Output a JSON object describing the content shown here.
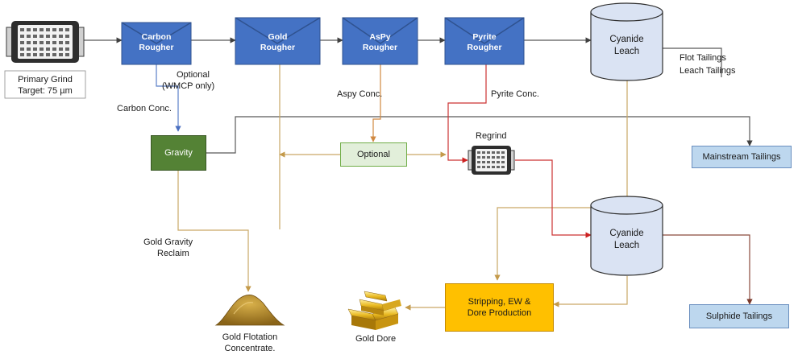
{
  "primary_grind": {
    "line1": "Primary Grind",
    "line2": "Target: 75 µm"
  },
  "cells": {
    "carbon_rougher": {
      "line1": "Carbon",
      "line2": "Rougher"
    },
    "gold_rougher": {
      "line1": "Gold",
      "line2": "Rougher"
    },
    "aspy_rougher": {
      "line1": "AsPy",
      "line2": "Rougher"
    },
    "pyrite_rougher": {
      "line1": "Pyrite",
      "line2": "Rougher"
    }
  },
  "tanks": {
    "cyanide_leach_1": {
      "line1": "Cyanide",
      "line2": "Leach"
    },
    "cyanide_leach_2": {
      "line1": "Cyanide",
      "line2": "Leach"
    }
  },
  "labels": {
    "optional_wmcp_1": "Optional",
    "optional_wmcp_2": "(WMCP only)",
    "carbon_conc": "Carbon Conc.",
    "aspy_conc": "Aspy Conc.",
    "pyrite_conc": "Pyrite Conc.",
    "regrind": "Regrind",
    "flot_tailings": "Flot Tailings",
    "leach_tailings": "Leach Tailings",
    "gold_gravity_reclaim_1": "Gold Gravity",
    "gold_gravity_reclaim_2": "Reclaim",
    "gold_flotation_conc_1": "Gold Flotation",
    "gold_flotation_conc_2": "Concentrate.",
    "gold_dore": "Gold Dore"
  },
  "boxes": {
    "gravity": "Gravity",
    "optional": "Optional",
    "mainstream_tailings": "Mainstream Tailings",
    "sulphide_tailings": "Sulphide Tailings",
    "stripping_1": "Stripping, EW &",
    "stripping_2": "Dore Production"
  },
  "colors": {
    "cell_fill": "#4472c4",
    "gravity_fill": "#548235",
    "optional_fill": "#e2efda",
    "tailings_fill": "#bdd7ee",
    "stripping_fill": "#ffc000",
    "tank_fill": "#dae3f3",
    "flow_main": "#595959",
    "flow_conc": "#c9a866",
    "flow_regrind": "#cc3333",
    "flow_carbon": "#5b7fc7",
    "flow_sulphide": "#8b4a3c",
    "flow_aspy": "#d08840"
  }
}
